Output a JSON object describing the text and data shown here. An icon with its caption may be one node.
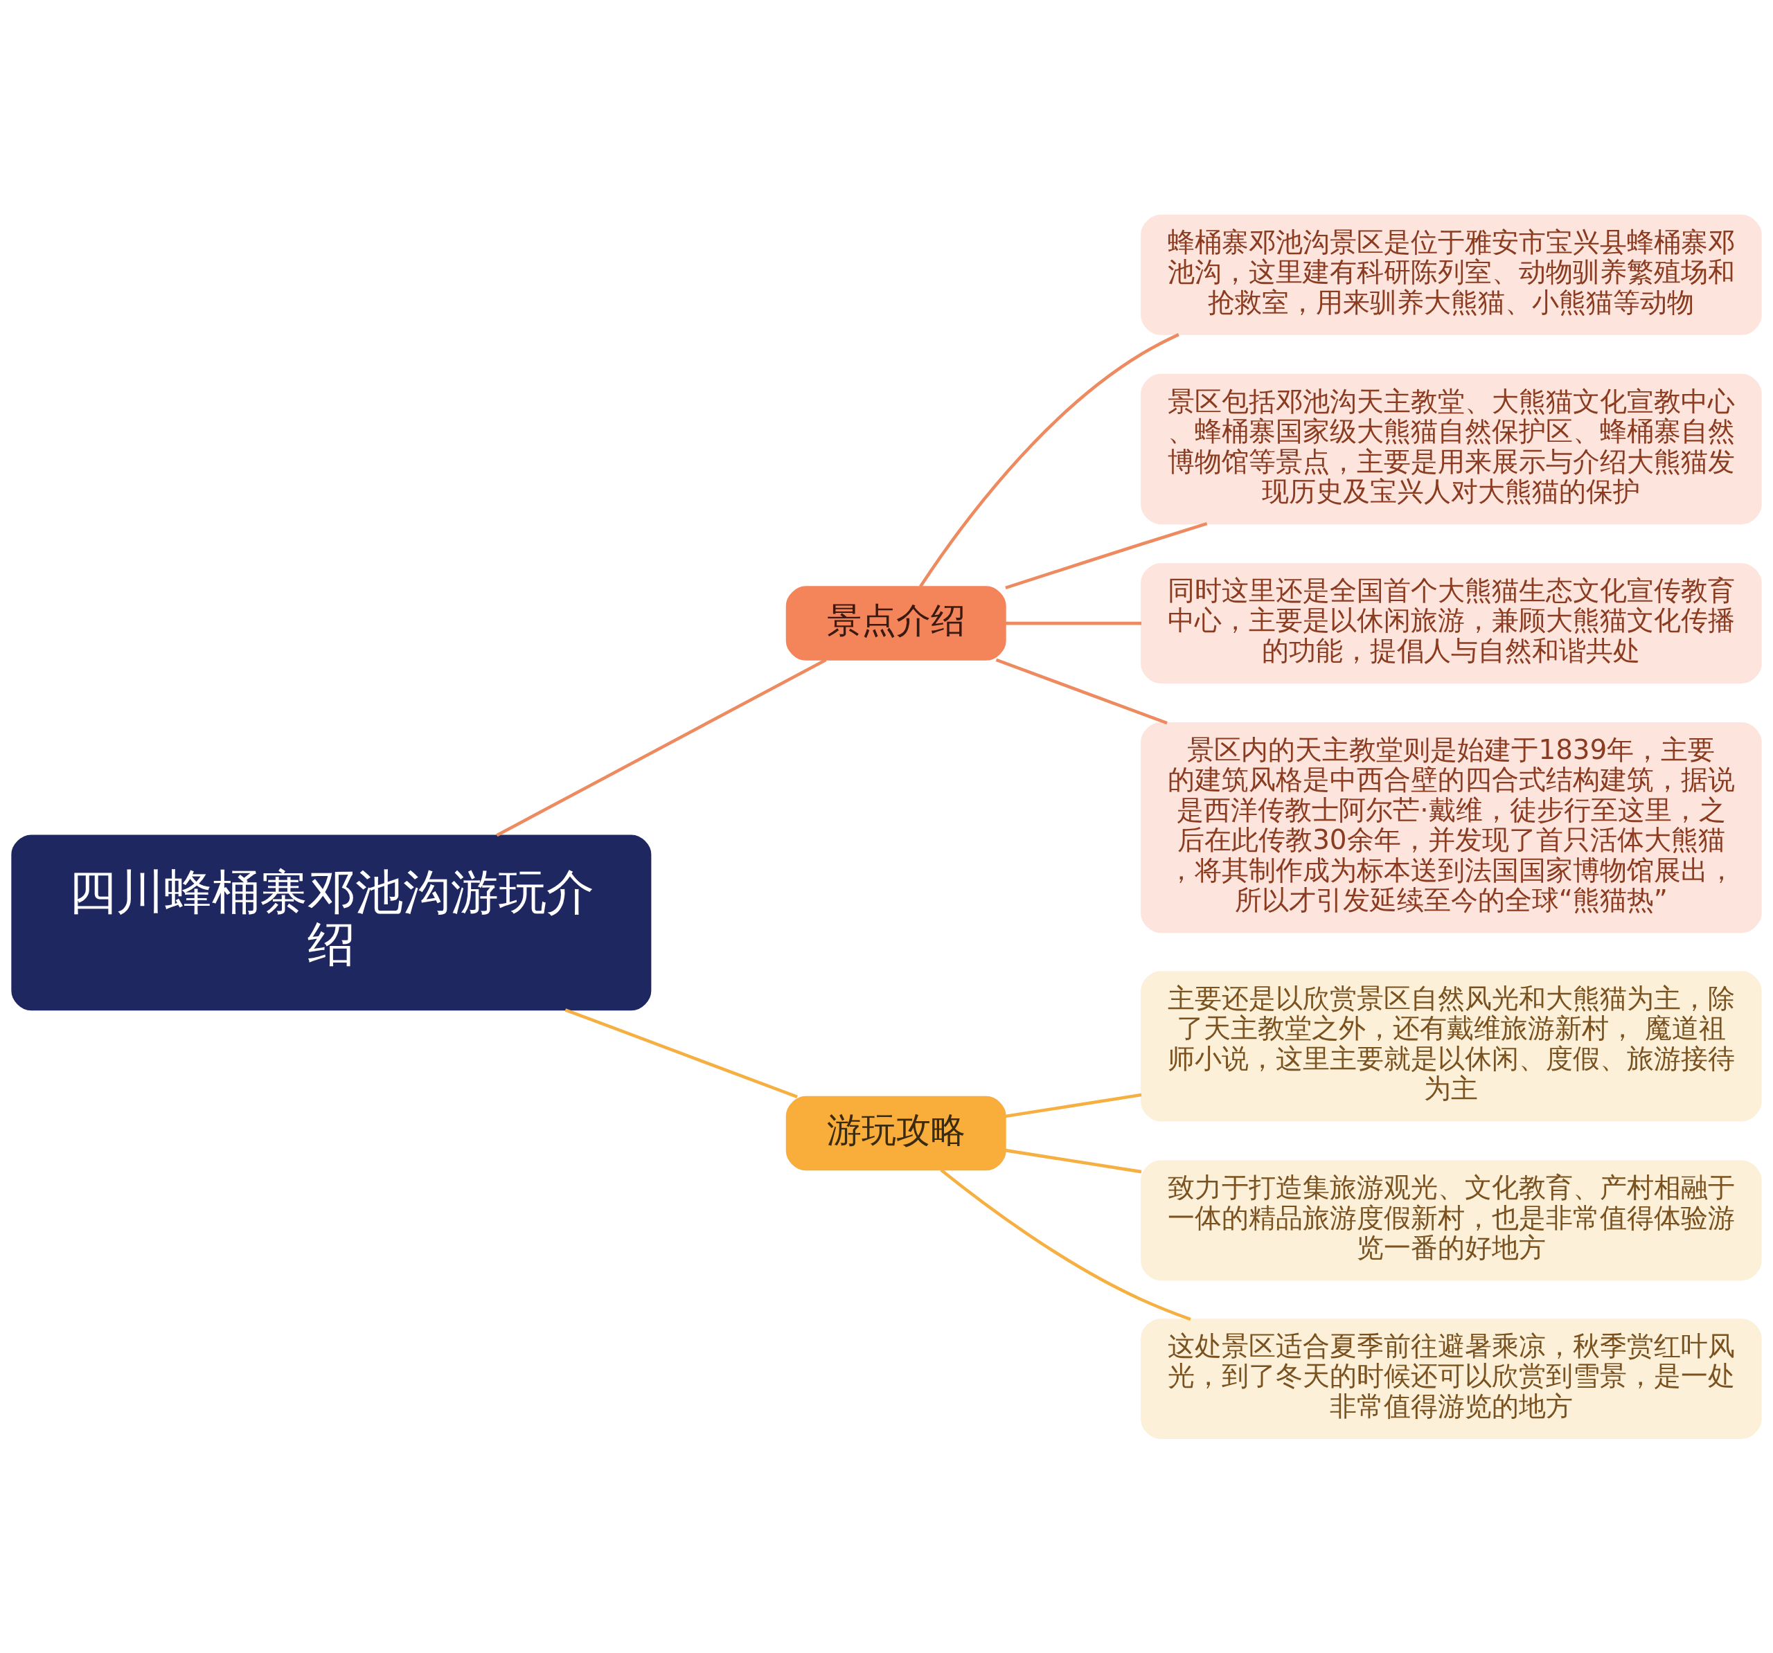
{
  "diagram": {
    "nodes": [
      {
        "text": [
          "四川蜂桶寨邓池沟游玩介绍"
        ]
      },
      {
        "text": [
          "景点介绍"
        ]
      },
      {
        "text": [
          "蜂桶寨邓池沟景区是位于雅安市宝兴县蜂桶寨邓池沟，这里建有科研陈列室、动物驯养繁殖场和抢救室，用来驯养大熊猫、小熊猫等动物"
        ]
      },
      {
        "text": [
          "景区包括邓池沟天主教堂、大熊猫文化宣教中心、蜂桶寨国家级大熊猫自然保护区、蜂桶寨自然博物馆等景点，主要是用来展示与介绍大熊猫发现历史及宝兴人对大熊猫的保护"
        ]
      },
      {
        "text": [
          "同时这里还是全国首个大熊猫生态文化宣传教育中心，主要是以休闲旅游，兼顾大熊猫文化传播的功能，提倡人与自然和谐共处"
        ]
      },
      {
        "text": [
          "景区内的天主教堂则是始建于1839年，主要的建筑风格是中西合壁的四合式结构建筑，据说是西洋传教士阿尔芒·戴维，徒步行至这里，之后在此传教30余年，并发现了首只活体大熊猫，将其制作成为标本送到法国国家博物馆展出，所以才引发延续至今的全球“熊猫热”"
        ]
      },
      {
        "text": [
          "游玩攻略"
        ]
      },
      {
        "text": [
          "主要还是以欣赏景区自然风光和大熊猫为主，除了天主教堂之外，还有戴维旅游新村， 魔道祖师小说，这里主要就是以休闲、度假、旅游接待为主"
        ]
      },
      {
        "text": [
          "致力于打造集旅游观光、文化教育、产村相融于一体的精品旅游度假新村，也是非常值得体验游览一番的好地方"
        ]
      },
      {
        "text": [
          "这处景区适合夏季前往避暑乘凉，秋季赏红叶风光，到了冬天的时候还可以欣赏到雪景，是一处非常值得游览的地方"
        ]
      }
    ],
    "edges": [
      {
        "from": 0,
        "to": 1,
        "arrow": "none"
      },
      {
        "from": 1,
        "to": 2,
        "arrow": "none"
      },
      {
        "from": 1,
        "to": 3,
        "arrow": "none"
      },
      {
        "from": 1,
        "to": 4,
        "arrow": "none"
      },
      {
        "from": 1,
        "to": 5,
        "arrow": "none"
      },
      {
        "from": 0,
        "to": 6,
        "arrow": "none",
        "color": "#f5b041"
      },
      {
        "from": 6,
        "to": 7,
        "arrow": "none",
        "color": "#f5b041"
      },
      {
        "from": 6,
        "to": 8,
        "arrow": "none",
        "color": "#f5b041"
      },
      {
        "from": 6,
        "to": 9,
        "arrow": "none",
        "color": "#f5b041"
      }
    ]
  }
}
